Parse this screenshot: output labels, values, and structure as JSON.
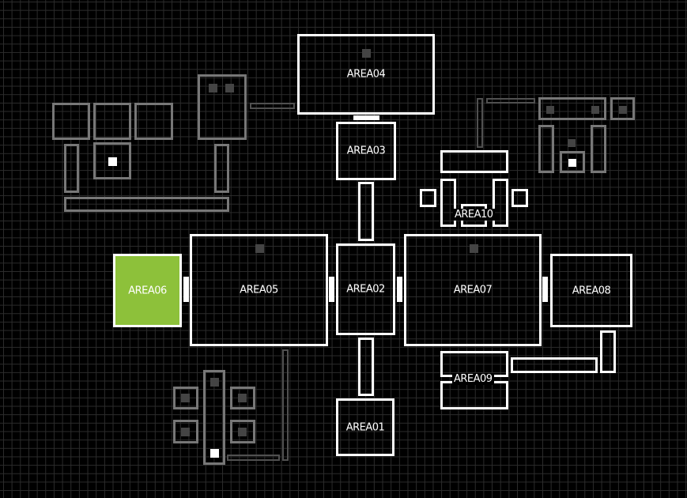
{
  "map": {
    "current_area": "AREA06",
    "colors": {
      "current": "#8dc13a",
      "explored": "#ffffff",
      "unexplored": "#777777",
      "background": "#000000"
    },
    "areas": {
      "a01": "AREA01",
      "a02": "AREA02",
      "a03": "AREA03",
      "a04": "AREA04",
      "a05": "AREA05",
      "a06": "AREA06",
      "a07": "AREA07",
      "a08": "AREA08",
      "a09": "AREA09",
      "a10": "AREA10"
    }
  }
}
